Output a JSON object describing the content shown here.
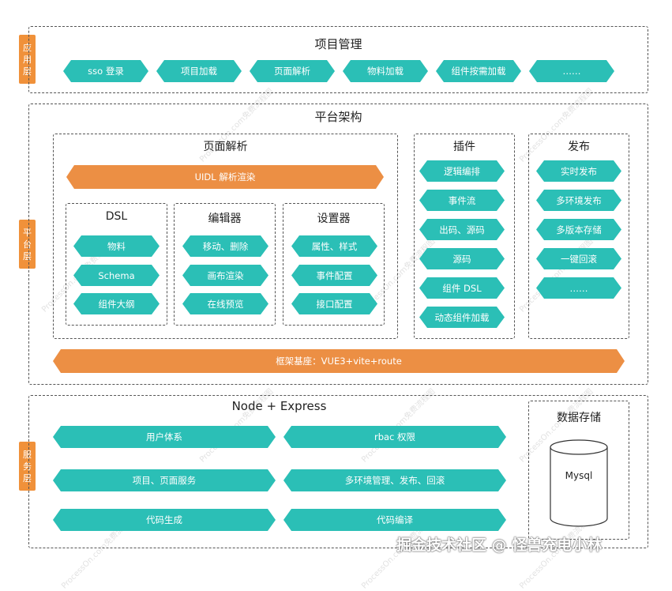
{
  "app_layer": {
    "tag": "应用层",
    "title": "项目管理",
    "items": [
      "sso 登录",
      "项目加载",
      "页面解析",
      "物料加载",
      "组件按需加载",
      "……"
    ]
  },
  "platform_layer": {
    "tag": "平台层",
    "title": "平台架构",
    "page_parse": {
      "title": "页面解析",
      "uidl": "UIDL 解析渲染",
      "dsl": {
        "title": "DSL",
        "items": [
          "物料",
          "Schema",
          "组件大纲"
        ]
      },
      "editor": {
        "title": "编辑器",
        "items": [
          "移动、删除",
          "画布渲染",
          "在线预览"
        ]
      },
      "settings": {
        "title": "设置器",
        "items": [
          "属性、样式",
          "事件配置",
          "接口配置"
        ]
      }
    },
    "plugin": {
      "title": "插件",
      "items": [
        "逻辑编排",
        "事件流",
        "出码、源码",
        "源码",
        "组件 DSL",
        "动态组件加载"
      ]
    },
    "publish": {
      "title": "发布",
      "items": [
        "实时发布",
        "多环境发布",
        "多版本存储",
        "一键回滚",
        "……"
      ]
    },
    "framework": "框架基座：VUE3+vite+route"
  },
  "service_layer": {
    "tag": "服务层",
    "title": "Node + Express",
    "items": [
      "用户体系",
      "rbac 权限",
      "项目、页面服务",
      "多环境管理、发布、回滚",
      "代码生成",
      "代码编译"
    ],
    "storage": {
      "title": "数据存储",
      "db": "Mysql"
    }
  },
  "watermark": "ProcessOn.com免费流程图",
  "footer": "掘金技术社区 @ 怪兽充电小林"
}
